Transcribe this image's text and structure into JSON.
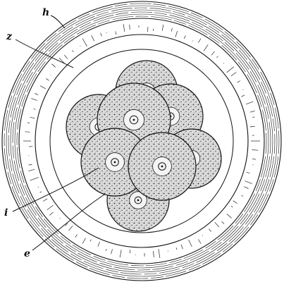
{
  "labels": {
    "h": "h",
    "z": "z",
    "i": "i",
    "e": "e"
  },
  "colors": {
    "ink": "#111111",
    "paper": "#ffffff",
    "cell_fill": "#d9d9d9"
  }
}
